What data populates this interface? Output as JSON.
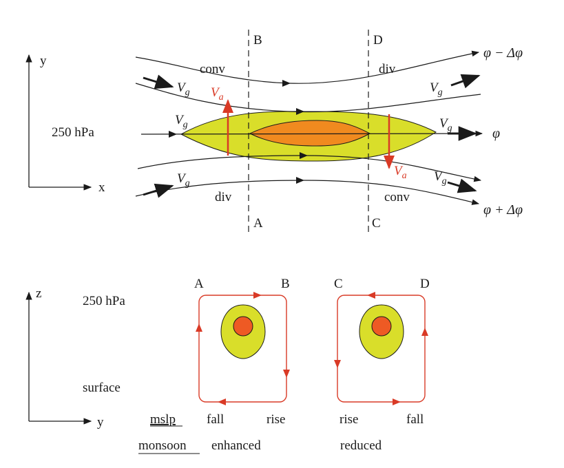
{
  "top_panel": {
    "axis_y_label": "y",
    "axis_x_label": "x",
    "level_label": "250 hPa",
    "line_B": "B",
    "line_D": "D",
    "line_A": "A",
    "line_C": "C",
    "contour_top_label": "φ − Δφ",
    "contour_mid_label": "φ",
    "contour_bottom_label": "φ + Δφ",
    "conv_upper_left": "conᴠ",
    "div_upper_right": "diᴠ",
    "div_lower_left": "diᴠ",
    "conv_lower_right": "conᴠ",
    "geostrophic": "V",
    "geostrophic_sub": "g",
    "ageostrophic": "V",
    "ageostrophic_sub": "a"
  },
  "bottom_panel": {
    "axis_z_label": "z",
    "axis_y_label": "y",
    "level_label": "250 hPa",
    "surface_label": "surface",
    "cell1_left": "A",
    "cell1_right": "B",
    "cell2_left": "C",
    "cell2_right": "D",
    "mslp_label": "mslp",
    "monsoon_label": "monsoon",
    "mslp_values": [
      "fall",
      "rise",
      "rise",
      "fall"
    ],
    "monsoon_values": [
      "enhanced",
      "reduced"
    ]
  },
  "colors": {
    "jet_outer": "#d9de2a",
    "jet_core": "#f08a1f",
    "jet_core_dot": "#ee5a24",
    "ageostrophic_red": "#d93a26",
    "line": "#1a1a1a"
  }
}
